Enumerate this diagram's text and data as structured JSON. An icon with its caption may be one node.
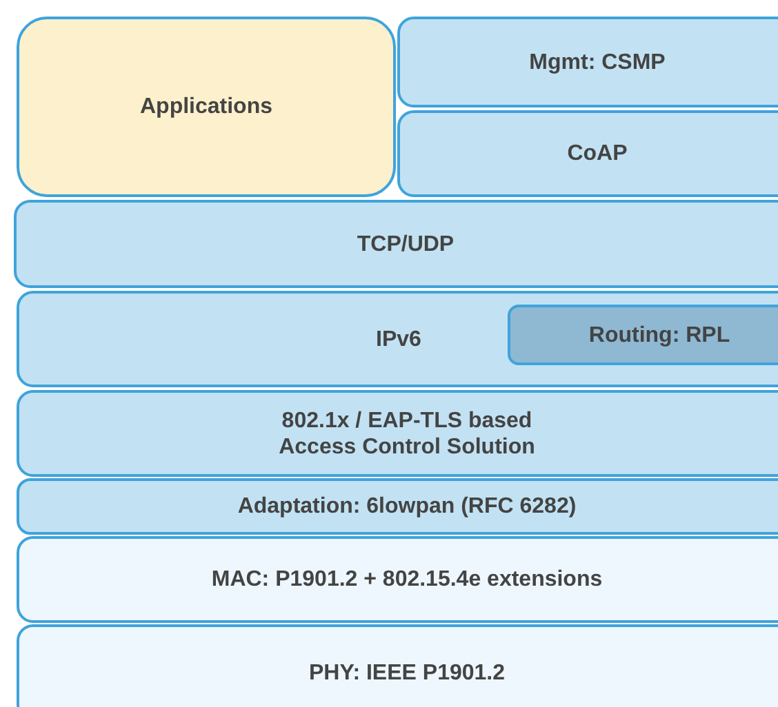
{
  "diagram": {
    "nodes": [
      {
        "text": [
          "Applications"
        ]
      },
      {
        "text": [
          "Mgmt: CSMP"
        ]
      },
      {
        "text": [
          "CoAP"
        ]
      },
      {
        "text": [
          "TCP/UDP"
        ]
      },
      {
        "text": [
          "IPv6"
        ]
      },
      {
        "text": [
          "Routing: RPL"
        ],
        "in": 4
      },
      {
        "text": [
          "802.1x / EAP-TLS based Access Control Solution"
        ]
      },
      {
        "text": [
          "Adaptation: 6lowpan (RFC 6282)"
        ]
      },
      {
        "text": [
          "MAC: P1901.2 + 802.15.4e extensions"
        ]
      },
      {
        "text": [
          "PHY: IEEE P1901.2"
        ]
      }
    ]
  }
}
